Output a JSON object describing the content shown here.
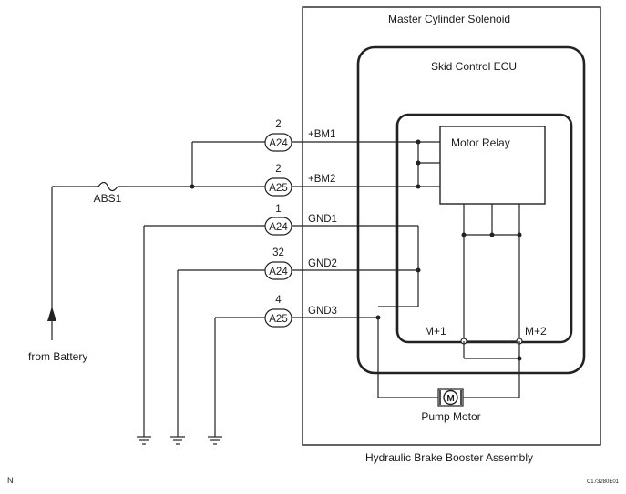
{
  "labels": {
    "master_cylinder_solenoid": "Master Cylinder Solenoid",
    "skid_control_ecu": "Skid Control ECU",
    "motor_relay": "Motor Relay",
    "hydraulic_brake_booster_assembly": "Hydraulic Brake Booster Assembly",
    "pump_motor": "Pump Motor",
    "motor_symbol": "M",
    "fuse": "ABS1",
    "source": "from Battery",
    "m_plus_1": "M+1",
    "m_plus_2": "M+2",
    "corner_left": "N",
    "corner_right": "C173280E01"
  },
  "connectors": [
    {
      "pin": "2",
      "connector": "A24",
      "signal": "+BM1"
    },
    {
      "pin": "2",
      "connector": "A25",
      "signal": "+BM2"
    },
    {
      "pin": "1",
      "connector": "A24",
      "signal": "GND1"
    },
    {
      "pin": "32",
      "connector": "A24",
      "signal": "GND2"
    },
    {
      "pin": "4",
      "connector": "A25",
      "signal": "GND3"
    }
  ],
  "colors": {
    "line": "#222222",
    "text": "#1a1a1a",
    "background": "#ffffff"
  }
}
